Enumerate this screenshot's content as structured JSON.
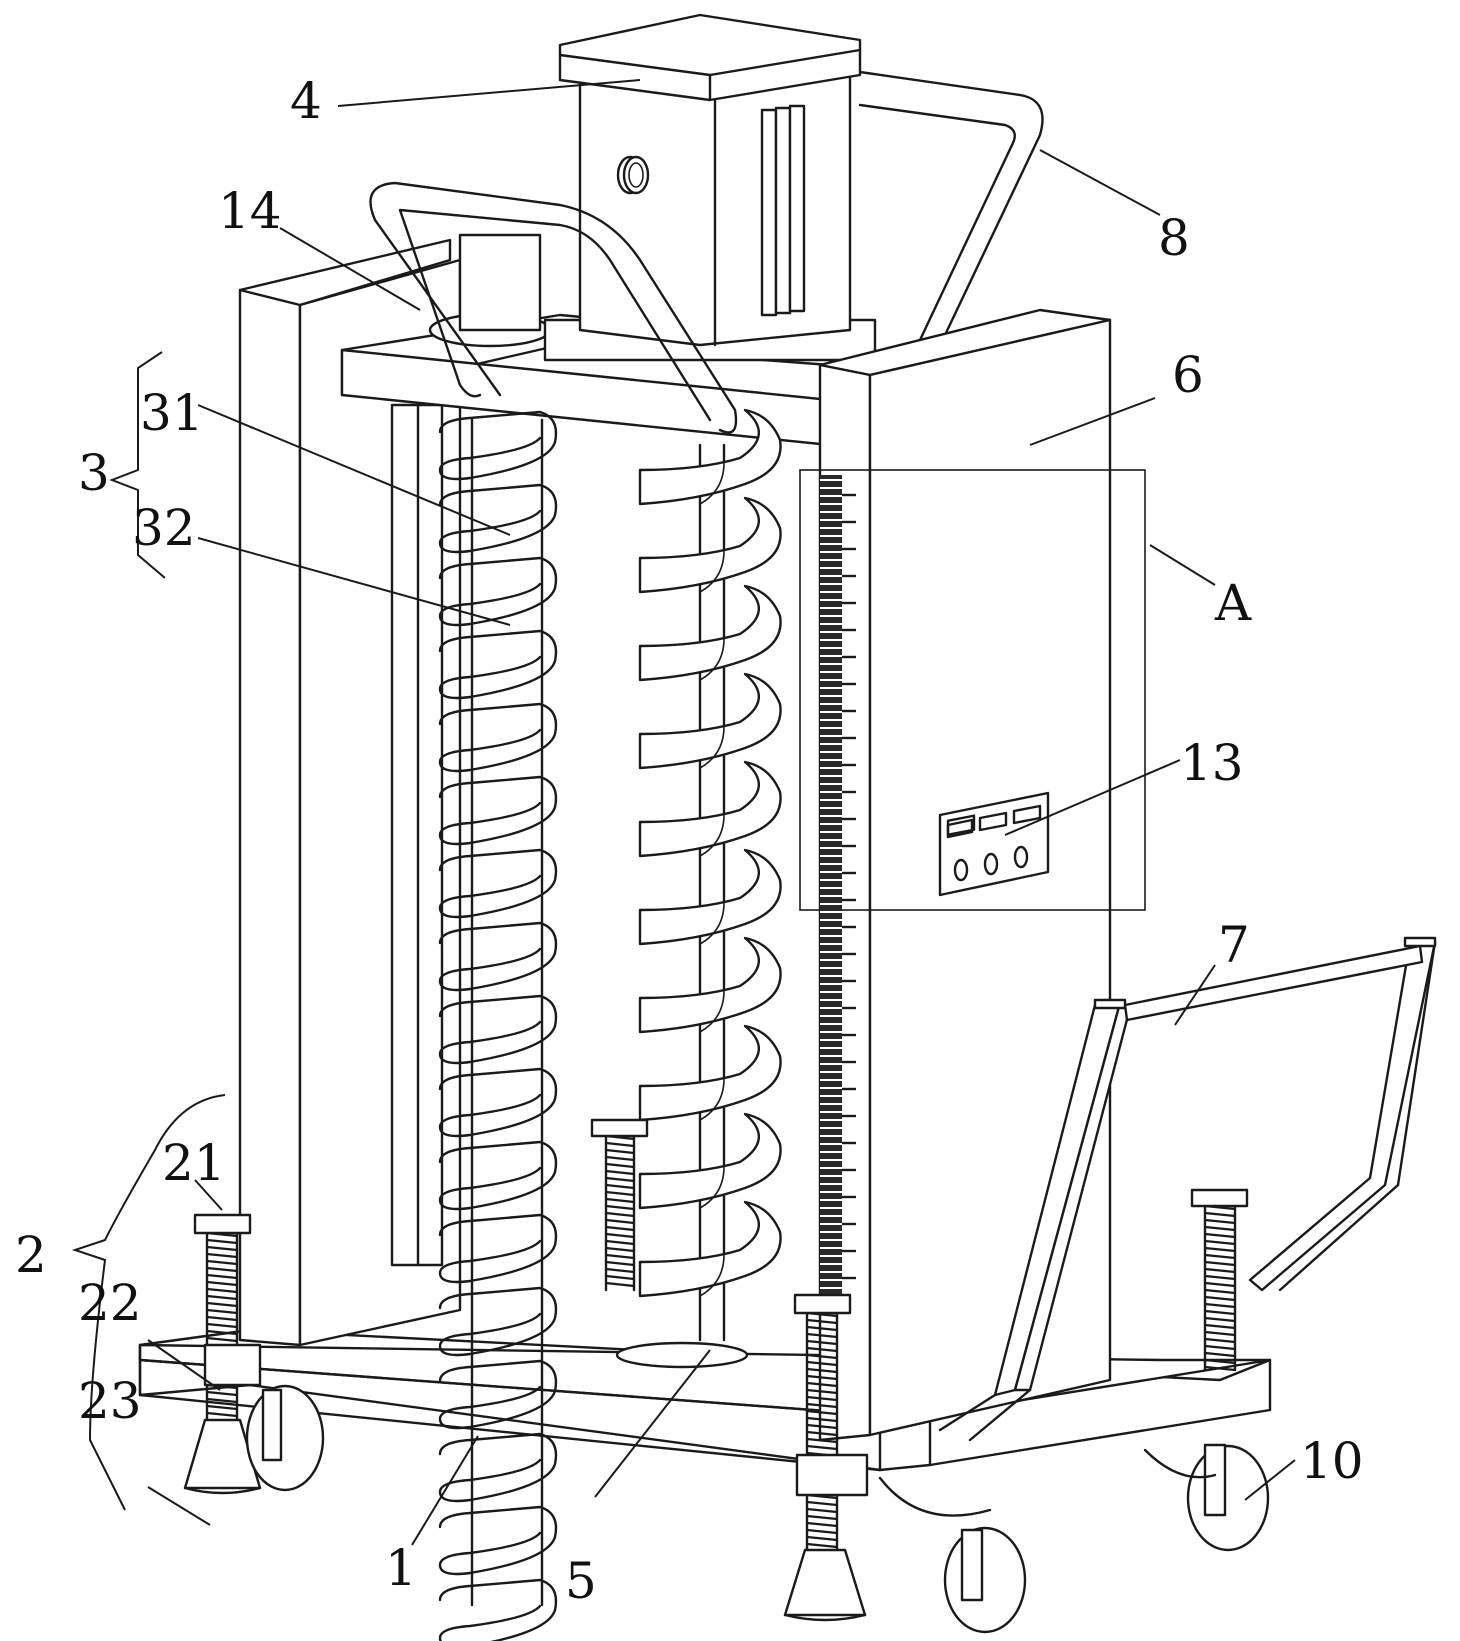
{
  "figure": {
    "type": "patent mechanical drawing",
    "description": "Mobile frame with two vertical spiral screws, motor on top, control panel, springs and casters",
    "line_color": "#1a1a1a",
    "background": "#ffffff"
  },
  "labels": [
    {
      "id": "1",
      "text": "1"
    },
    {
      "id": "2",
      "text": "2"
    },
    {
      "id": "3",
      "text": "3"
    },
    {
      "id": "4",
      "text": "4"
    },
    {
      "id": "5",
      "text": "5"
    },
    {
      "id": "6",
      "text": "6"
    },
    {
      "id": "7",
      "text": "7"
    },
    {
      "id": "8",
      "text": "8"
    },
    {
      "id": "10",
      "text": "10"
    },
    {
      "id": "13",
      "text": "13"
    },
    {
      "id": "14",
      "text": "14"
    },
    {
      "id": "21",
      "text": "21"
    },
    {
      "id": "22",
      "text": "22"
    },
    {
      "id": "23",
      "text": "23"
    },
    {
      "id": "31",
      "text": "31"
    },
    {
      "id": "32",
      "text": "32"
    },
    {
      "id": "A",
      "text": "A"
    }
  ],
  "control_panel": {
    "displays": 3,
    "knobs": 3
  }
}
